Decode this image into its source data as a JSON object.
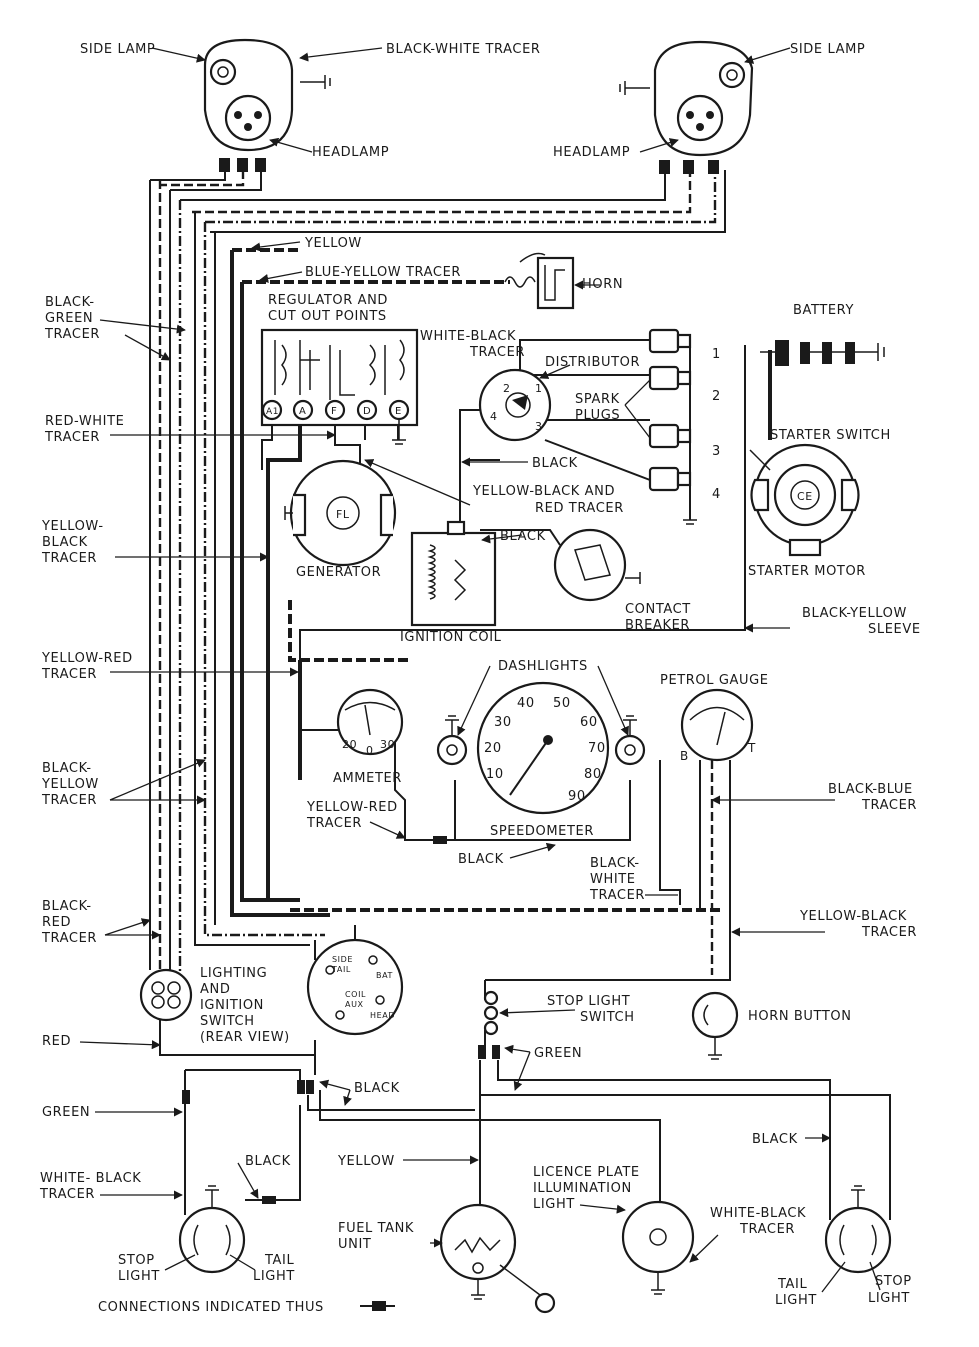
{
  "labels": {
    "side_lamp_left": "SIDE LAMP",
    "black_white_tracer_top": "BLACK-WHITE TRACER",
    "side_lamp_right": "SIDE LAMP",
    "headlamp_left": "HEADLAMP",
    "headlamp_right": "HEADLAMP",
    "yellow_top": "YELLOW",
    "blue_yellow_tracer": "BLUE-YELLOW TRACER",
    "horn": "HORN",
    "regulator_1": "REGULATOR AND",
    "regulator_2": "CUT OUT POINTS",
    "white_black_tracer_1": "WHITE-BLACK",
    "white_black_tracer_2": "TRACER",
    "distributor": "DISTRIBUTOR",
    "spark_plugs_1": "SPARK",
    "spark_plugs_2": "PLUGS",
    "battery": "BATTERY",
    "starter_switch": "STARTER SWITCH",
    "starter_motor": "STARTER MOTOR",
    "black_green_1": "BLACK-",
    "black_green_2": "GREEN",
    "black_green_3": "TRACER",
    "red_white_1": "RED-WHITE",
    "red_white_2": "TRACER",
    "black_mid": "BLACK",
    "yellow_black_red_1": "YELLOW-BLACK AND",
    "yellow_black_red_2": "RED TRACER",
    "black_coil": "BLACK",
    "yellow_black_left_1": "YELLOW-",
    "yellow_black_left_2": "BLACK",
    "yellow_black_left_3": "TRACER",
    "generator": "GENERATOR",
    "ignition_coil": "IGNITION COIL",
    "contact_breaker_1": "CONTACT",
    "contact_breaker_2": "BREAKER",
    "black_yellow_sleeve_1": "BLACK-YELLOW",
    "black_yellow_sleeve_2": "SLEEVE",
    "yellow_red_left_1": "YELLOW-RED",
    "yellow_red_left_2": "TRACER",
    "dashlights": "DASHLIGHTS",
    "petrol_gauge": "PETROL GAUGE",
    "black_yellow_left_1": "BLACK-",
    "black_yellow_left_2": "YELLOW",
    "black_yellow_left_3": "TRACER",
    "ammeter": "AMMETER",
    "speedometer": "SPEEDOMETER",
    "black_blue_1": "BLACK-BLUE",
    "black_blue_2": "TRACER",
    "yellow_red_mid_1": "YELLOW-RED",
    "yellow_red_mid_2": "TRACER",
    "black_speedo": "BLACK",
    "black_white_mid_1": "BLACK-",
    "black_white_mid_2": "WHITE",
    "black_white_mid_3": "TRACER",
    "yellow_black_right_1": "YELLOW-BLACK",
    "yellow_black_right_2": "TRACER",
    "black_red_1": "BLACK-",
    "black_red_2": "RED",
    "black_red_3": "TRACER",
    "lighting_1": "LIGHTING",
    "lighting_2": "AND",
    "lighting_3": "IGNITION",
    "lighting_4": "SWITCH",
    "lighting_5": "(REAR VIEW)",
    "stop_light_switch_1": "STOP LIGHT",
    "stop_light_switch_2": "SWITCH",
    "horn_button": "HORN BUTTON",
    "red": "RED",
    "green_right": "GREEN",
    "green_left": "GREEN",
    "black_lower": "BLACK",
    "black_right_lower": "BLACK",
    "white_black_left_1": "WHITE- BLACK",
    "white_black_left_2": "TRACER",
    "black_tail_left": "BLACK",
    "yellow_lower": "YELLOW",
    "licence_1": "LICENCE PLATE",
    "licence_2": "ILLUMINATION",
    "licence_3": "LIGHT",
    "white_black_right_1": "WHITE-BLACK",
    "white_black_right_2": "TRACER",
    "fuel_tank_1": "FUEL TANK",
    "fuel_tank_2": "UNIT",
    "stop_light_left_1": "STOP",
    "stop_light_left_2": "LIGHT",
    "tail_light_left_1": "TAIL",
    "tail_light_left_2": "LIGHT",
    "tail_light_right_1": "TAIL",
    "tail_light_right_2": "LIGHT",
    "stop_light_right_1": "STOP",
    "stop_light_right_2": "LIGHT",
    "connections": "CONNECTIONS INDICATED THUS"
  },
  "terminals": {
    "reg_a1": "A1",
    "reg_a": "A",
    "reg_f": "F",
    "reg_d": "D",
    "reg_e": "E",
    "plug_1": "1",
    "plug_2": "2",
    "plug_3": "3",
    "plug_4": "4",
    "dist_1": "1",
    "dist_2": "2",
    "dist_3": "3",
    "dist_4": "4",
    "gen_fl": "FL",
    "starter_ce": "CE",
    "ammeter_20": "20",
    "ammeter_0": "0",
    "ammeter_30": "30",
    "gauge_b": "B",
    "gauge_t": "T",
    "sw_side": "SIDE",
    "sw_tail": "TAIL",
    "sw_bat": "BAT",
    "sw_coil": "COIL",
    "sw_aux": "AUX",
    "sw_head": "HEAD"
  },
  "speedometer_scale": [
    "10",
    "20",
    "30",
    "40",
    "50",
    "60",
    "70",
    "80",
    "90"
  ]
}
